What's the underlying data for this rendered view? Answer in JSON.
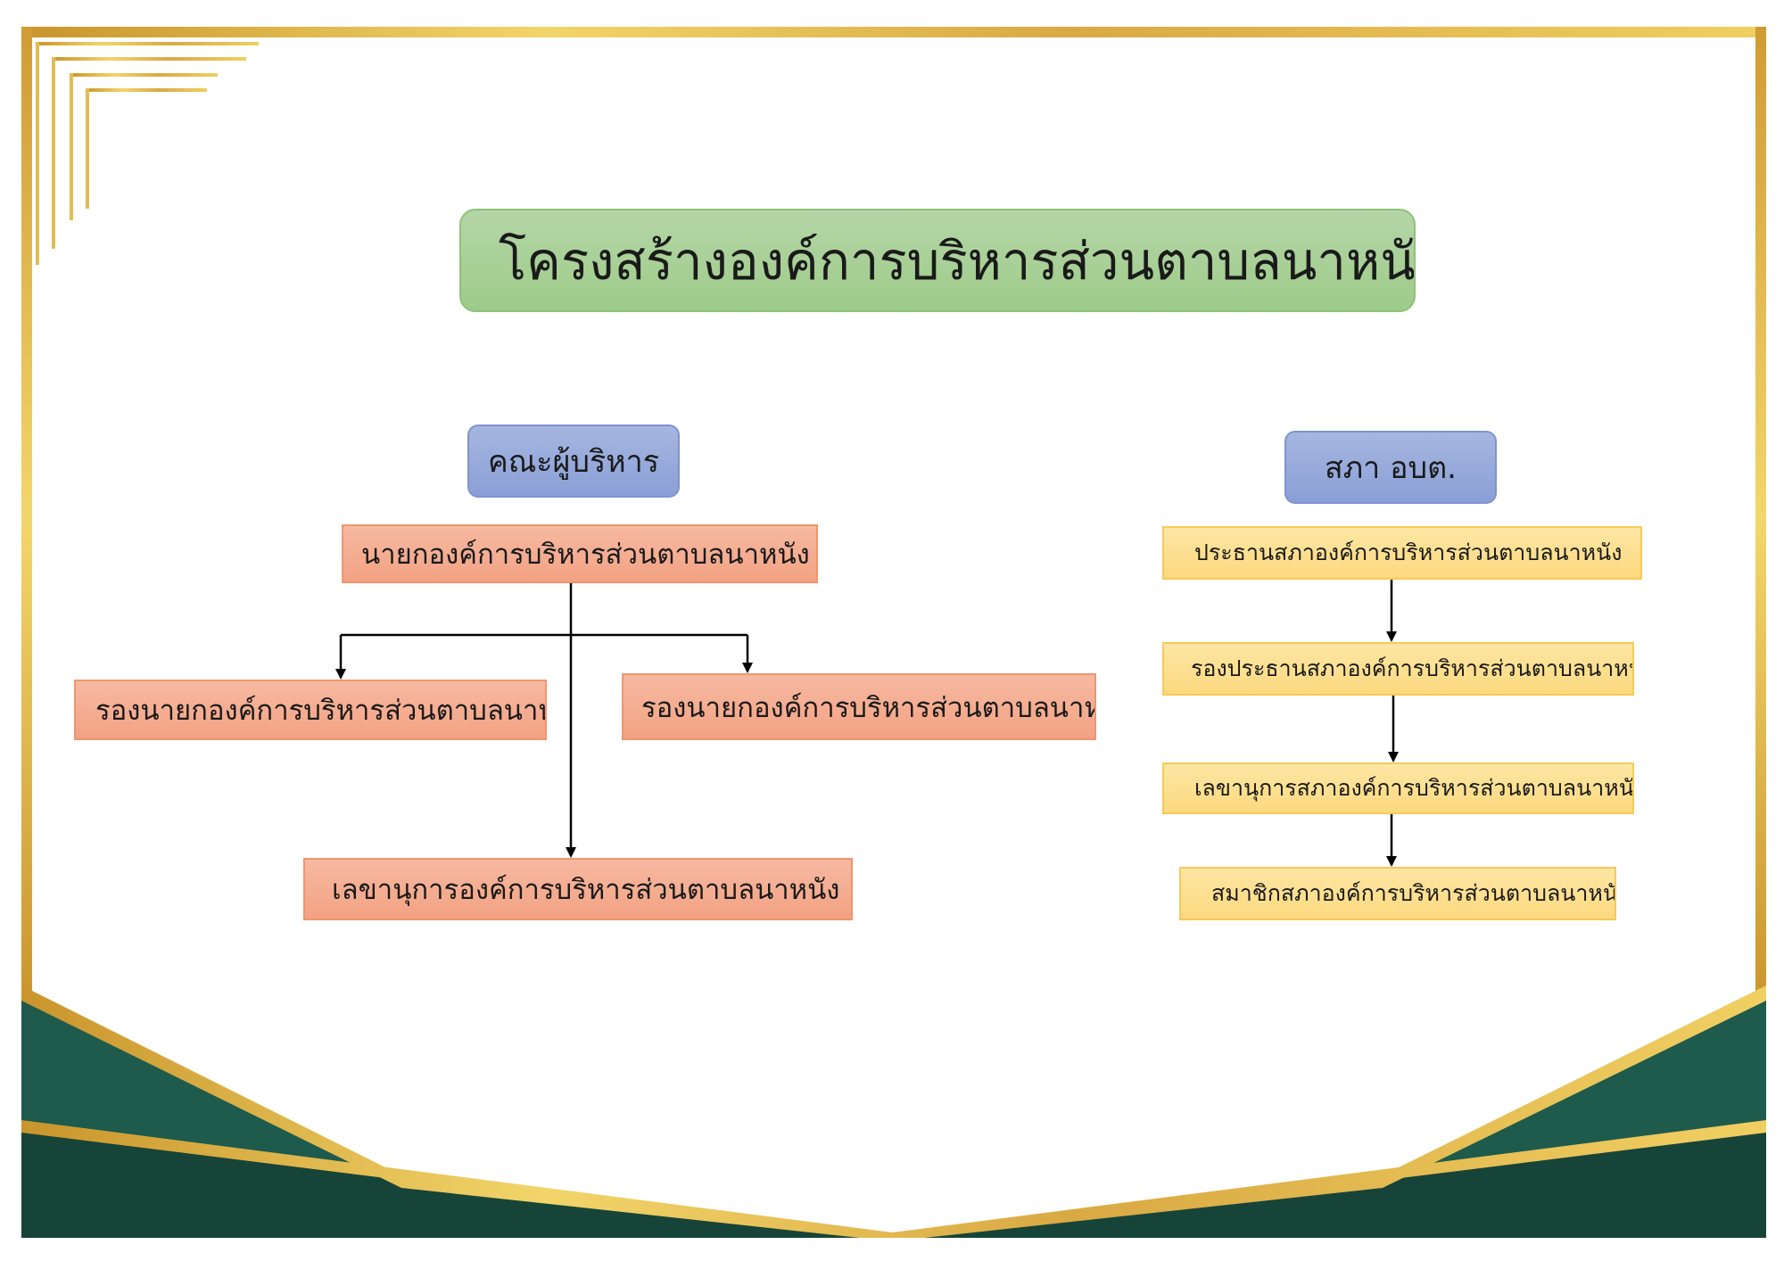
{
  "title": "โครงสร้างองค์การบริหารส่วนตาบลนาหนัง",
  "executive": {
    "header": "คณะผู้บริหาร",
    "mayor": "นายกองค์การบริหารส่วนตาบลนาหนัง",
    "deputy_left": "รองนายกองค์การบริหารส่วนตาบลนาหนัง",
    "deputy_right": "รองนายกองค์การบริหารส่วนตาบลนาหนัง",
    "secretary": "เลขานุการองค์การบริหารส่วนตาบลนาหนัง"
  },
  "council": {
    "header": "สภา อบต.",
    "chair": "ประธานสภาองค์การบริหารส่วนตาบลนาหนัง",
    "vice_chair": "รองประธานสภาองค์การบริหารส่วนตาบลนาหนัง",
    "secretary": "เลขานุการสภาองค์การบริหารส่วนตาบลนาหนัง",
    "member": "สมาชิกสภาองค์การบริหารส่วนตาบลนาหนัง"
  },
  "colors": {
    "title_fill": "#a9d18e",
    "header_fill": "#8faadc",
    "executive_fill": "#f4b183",
    "council_fill": "#ffd966",
    "frame_gold": "#d4a63a",
    "frame_green": "#1e5b4d",
    "frame_dark_green": "#174438"
  }
}
